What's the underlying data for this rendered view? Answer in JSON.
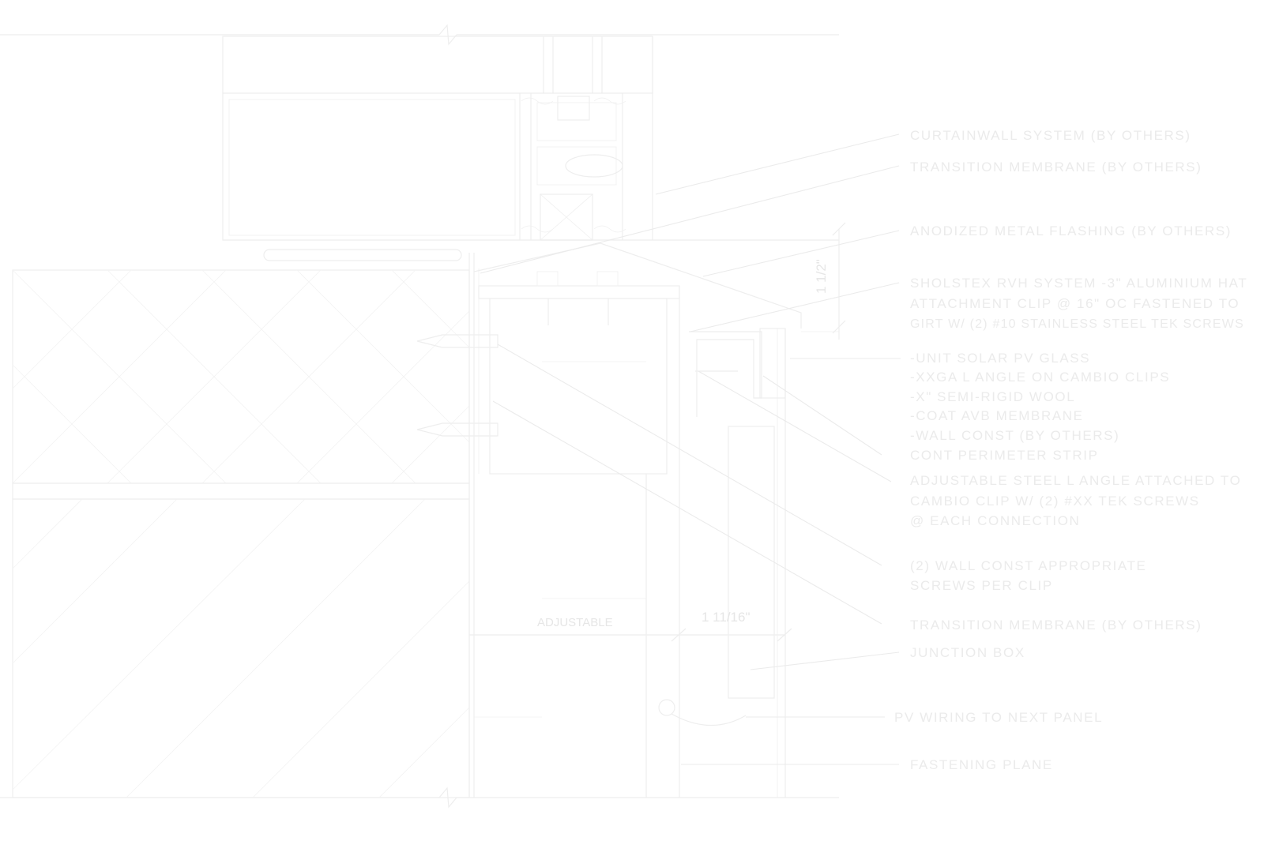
{
  "callouts": {
    "curtainwall": "CURTAINWALL SYSTEM (BY OTHERS)",
    "transition_top": "TRANSITION MEMBRANE (BY OTHERS)",
    "anodized_flashing": "ANODIZED METAL FLASHING (BY OTHERS)",
    "sholstex_1": "SHOLSTEX RVH SYSTEM -3\" ALUMINIUM HAT",
    "sholstex_2": "ATTACHMENT CLIP @ 16\" OC FASTENED TO",
    "sholstex_3": "GIRT W/ (2) #10 STAINLESS STEEL TEK SCREWS",
    "layer_1": "-UNIT SOLAR PV GLASS",
    "layer_2": "-XXGA L ANGLE ON CAMBIO CLIPS",
    "layer_3": "-X\" SEMI-RIGID WOOL",
    "layer_4": "-COAT AVB MEMBRANE",
    "layer_5": "-WALL CONST (BY OTHERS)",
    "perimeter": "CONT PERIMETER STRIP",
    "adjustable_1": "ADJUSTABLE STEEL L ANGLE ATTACHED TO",
    "adjustable_2": "CAMBIO CLIP W/ (2) #XX TEK SCREWS",
    "adjustable_3": "@ EACH CONNECTION",
    "screws_1": "(2) WALL CONST APPROPRIATE",
    "screws_2": "SCREWS PER CLIP",
    "transition_bottom": "TRANSITION MEMBRANE (BY OTHERS)",
    "junction": "JUNCTION BOX",
    "wiring": "PV WIRING TO NEXT PANEL",
    "fastening": "FASTENING PLANE"
  },
  "dimensions": {
    "adjustable": "ADJUSTABLE",
    "depth": "1 11/16\"",
    "height": "1 1/2\""
  }
}
